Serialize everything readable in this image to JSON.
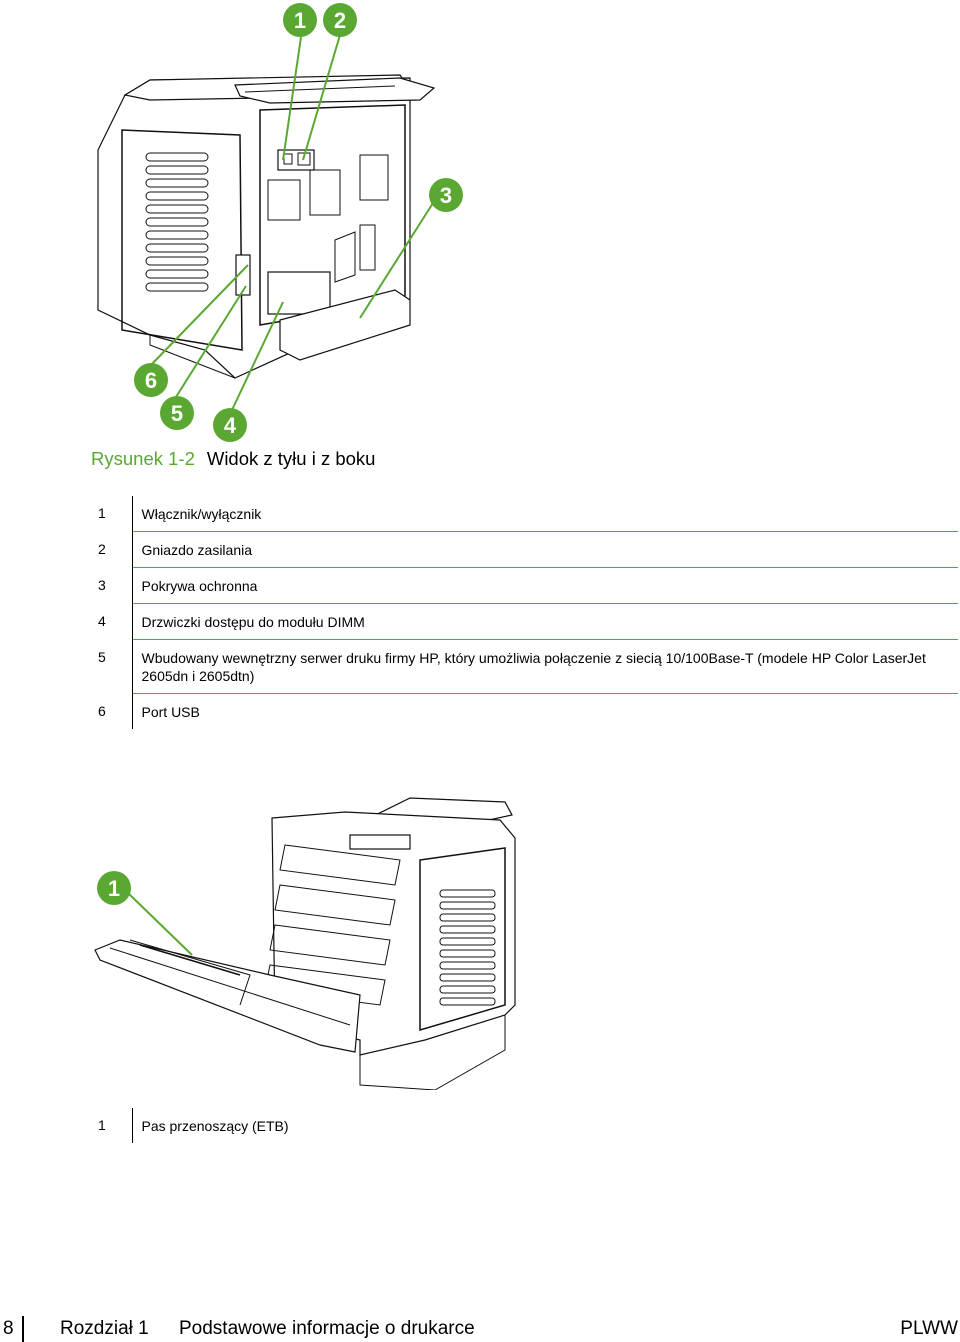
{
  "figure": {
    "label": "Rysunek 1-2",
    "title": "Widok z tyłu i z boku",
    "callouts": [
      "1",
      "2",
      "3",
      "4",
      "5",
      "6"
    ]
  },
  "legend_rear": [
    {
      "num": "1",
      "text": "Włącznik/wyłącznik"
    },
    {
      "num": "2",
      "text": "Gniazdo zasilania"
    },
    {
      "num": "3",
      "text": "Pokrywa ochronna"
    },
    {
      "num": "4",
      "text": "Drzwiczki dostępu do modułu DIMM"
    },
    {
      "num": "5",
      "text": "Wbudowany wewnętrzny serwer druku firmy HP, który umożliwia połączenie z siecią 10/100Base-T (modele HP Color LaserJet 2605dn i 2605dtn)"
    },
    {
      "num": "6",
      "text": "Port USB"
    }
  ],
  "figure2": {
    "callouts": [
      "1"
    ]
  },
  "legend_etb": [
    {
      "num": "1",
      "text": "Pas przenoszący (ETB)"
    }
  ],
  "footer": {
    "page_number": "8",
    "chapter": "Rozdział 1",
    "chapter_title": "Podstawowe informacje o drukarce",
    "brand": "PLWW"
  },
  "colors": {
    "accent": "#5aa832",
    "rule": "#5aa832"
  }
}
